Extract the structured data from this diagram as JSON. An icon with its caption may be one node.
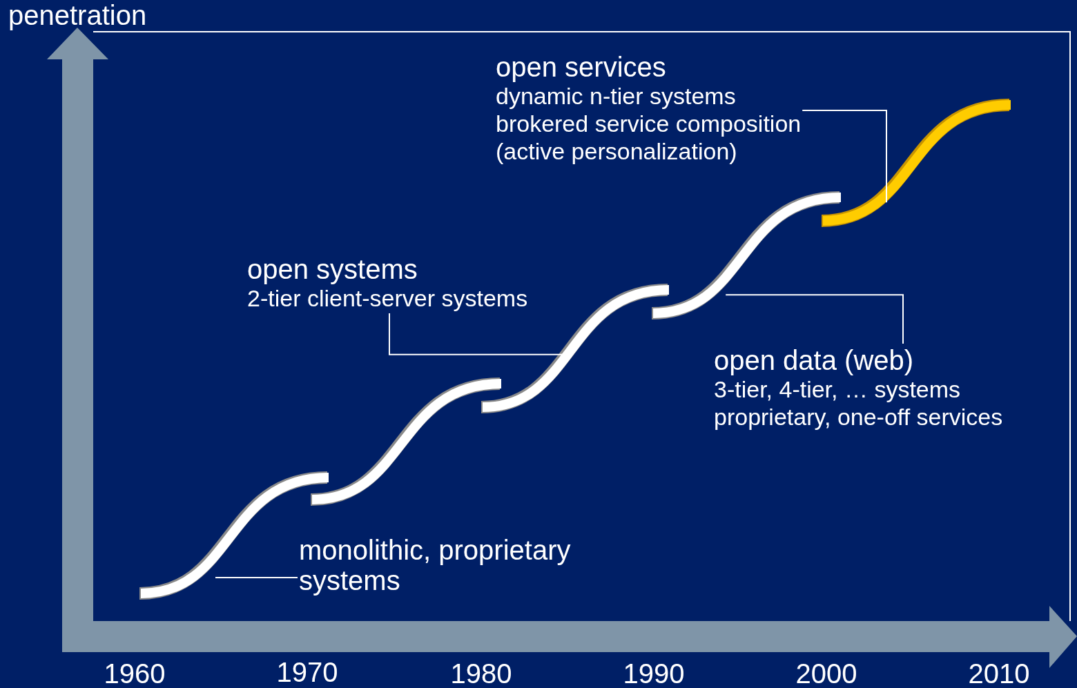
{
  "diagram": {
    "nodes": [
      {
        "text": [
          "open services",
          "dynamic n-tier systems",
          "brokered service composition",
          "(active personalization)"
        ]
      },
      {
        "text": [
          "open systems",
          "2-tier client-server systems"
        ]
      },
      {
        "text": [
          "open data (web)",
          "3-tier, 4-tier, … systems",
          "proprietary, one-off services"
        ]
      },
      {
        "text": [
          "monolithic, proprietary systems"
        ]
      },
      {
        "text": [],
        "shape": "curve"
      },
      {
        "text": [],
        "shape": "curve"
      },
      {
        "text": [],
        "shape": "curve"
      },
      {
        "text": [],
        "shape": "curve"
      },
      {
        "text": [],
        "shape": "curve"
      }
    ],
    "edges": [
      {
        "from": 3,
        "to": 4,
        "arrow": "none"
      },
      {
        "from": 1,
        "to": 6,
        "arrow": "none"
      },
      {
        "from": 2,
        "to": 7,
        "arrow": "none"
      },
      {
        "from": 0,
        "to": 8,
        "arrow": "none"
      }
    ],
    "labels": [
      "penetration",
      "1960",
      "1970",
      "1980",
      "1990",
      "2000",
      "2010"
    ]
  }
}
